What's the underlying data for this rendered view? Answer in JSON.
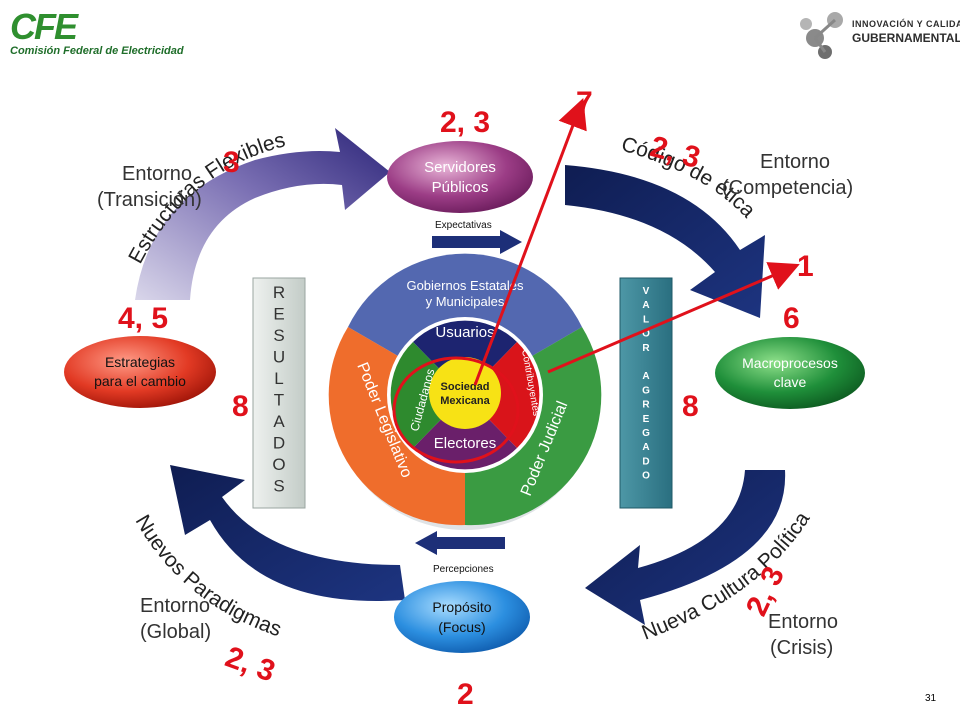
{
  "header": {
    "cfe_logo": "CFE",
    "cfe_subtitle": "Comisión Federal de Electricidad",
    "ic_logo_top": "INNOVACIÓN Y CALIDAD",
    "ic_logo_bottom": "GUBERNAMENTAL"
  },
  "diagram": {
    "entornos": {
      "transicion": [
        "Entorno",
        "(Transición)"
      ],
      "competencia": [
        "Entorno",
        "(Competencia)"
      ],
      "global": [
        "Entorno",
        "(Global)"
      ],
      "crisis": [
        "Entorno",
        "(Crisis)"
      ]
    },
    "arrows": {
      "top_left": "Estructuras Flexibles",
      "top_right": "Código de ética",
      "bottom_left": "Nuevos Paradigmas",
      "bottom_right": "Nueva Cultura Política"
    },
    "nodes": {
      "servidores": [
        "Servidores",
        "Públicos"
      ],
      "macroprocesos": [
        "Macroprocesos",
        "clave"
      ],
      "proposito": [
        "Propósito",
        "(Focus)"
      ],
      "estrategias": [
        "Estrategias",
        "para el cambio"
      ]
    },
    "flows": {
      "expectativas": "Expectativas",
      "percepciones": "Percepciones"
    },
    "columns": {
      "resultados": [
        "R",
        "E",
        "S",
        "U",
        "L",
        "T",
        "A",
        "D",
        "O",
        "S"
      ],
      "valor": [
        "V",
        "A",
        "L",
        "O",
        "R"
      ],
      "agregado": [
        "A",
        "G",
        "R",
        "E",
        "G",
        "A",
        "D",
        "O"
      ]
    },
    "circle": {
      "gobiernos": [
        "Gobiernos Estatales",
        "y Municipales"
      ],
      "legislativo": "Poder Legislativo",
      "judicial": "Poder Judicial",
      "usuarios": "Usuarios",
      "ciudadanos": "Ciudadanos",
      "contribuyentes": "Contribuyentes",
      "electores": "Electores",
      "center": [
        "Sociedad",
        "Mexicana"
      ]
    },
    "markers": {
      "m7": "7",
      "m23_top": "2, 3",
      "m3": "3",
      "m23_right": "2, 3",
      "m1": "1",
      "m45": "4, 5",
      "m6": "6",
      "m8_left": "8",
      "m8_right": "8",
      "m23_bottom_right": "2, 3",
      "m23_bottom_left": "2, 3",
      "m2": "2"
    },
    "colors": {
      "marker_red": "#e0111b",
      "navy_arrow": "#14245c",
      "gobiernos_blue": "#5368b0",
      "legislativo_orange": "#ef6d2c",
      "judicial_green": "#3a9b42",
      "usuarios_navy": "#1d2470",
      "contribuyentes_red": "#d9141a",
      "ciudadanos_green": "#2e8a2e",
      "electores_purple": "#6a1f6a",
      "center_yellow": "#f7e215"
    }
  },
  "footer": {
    "page_number": "31"
  }
}
